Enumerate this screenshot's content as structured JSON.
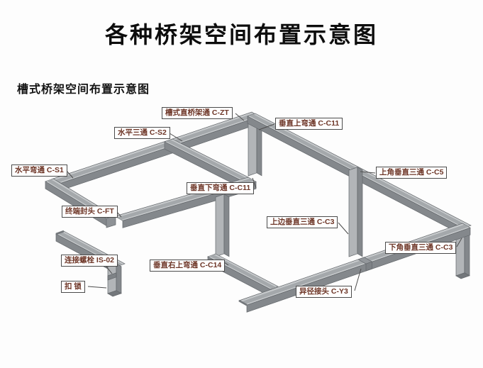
{
  "title": {
    "text": "各种桥架空间布置示意图"
  },
  "subtitle": {
    "text": "槽式桥架空间布置示意图"
  },
  "labels": [
    {
      "id": "straight-tray",
      "text": "槽式直桥架通 C-ZT"
    },
    {
      "id": "horizontal-tee",
      "text": "水平三通 C-S2"
    },
    {
      "id": "vertical-up-bend",
      "text": "垂直上弯通 C-C11"
    },
    {
      "id": "horizontal-elbow",
      "text": "水平弯通 C-S1"
    },
    {
      "id": "upper-corner-vertical-tee",
      "text": "上角垂直三通 C-C5"
    },
    {
      "id": "vertical-down-bend",
      "text": "垂直下弯通 C-C11"
    },
    {
      "id": "end-cap",
      "text": "终端封头 C-FT"
    },
    {
      "id": "upper-side-vertical-tee",
      "text": "上边垂直三通 C-C3"
    },
    {
      "id": "lower-corner-vertical-tee",
      "text": "下角垂直三通 C-C3"
    },
    {
      "id": "connection-bolt",
      "text": "连接螺栓 IS-02"
    },
    {
      "id": "vertical-right-up-bend",
      "text": "垂直右上弯通 C-C14"
    },
    {
      "id": "lock",
      "text": "扣 锁"
    },
    {
      "id": "reducer-joint",
      "text": "异径接头 C-Y3"
    }
  ],
  "colors": {
    "background": "#fdfdfd",
    "title_text": "#0d0d0d",
    "label_text": "#6d3526",
    "label_border": "#4b4b4b",
    "tray_top": "#c7cacc",
    "tray_inner": "#a4a8ab",
    "tray_side": "#84888c",
    "leader_line": "#4d4d4d"
  }
}
